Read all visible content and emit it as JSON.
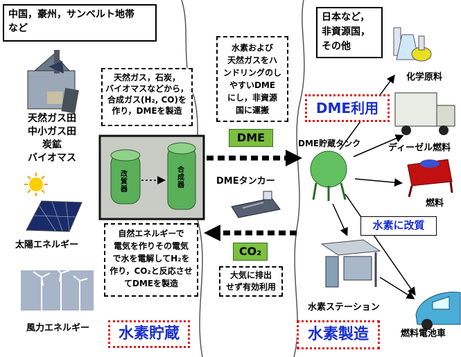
{
  "left_region": {
    "title_lines": [
      "中国，豪州，サンベルト地帯",
      "など"
    ],
    "resources": [
      "天然ガス田",
      "中小ガス田",
      "炭鉱",
      "バイオマス"
    ],
    "solar_label": "太陽エネルギー",
    "wind_label": "風力エネルギー",
    "production_note_1": [
      "天然ガス，石炭，",
      "バイオマスなどから，",
      "合成ガス(H₂, CO)を",
      "作り，DMEを製造"
    ],
    "production_note_2": [
      "自然エネルギーで",
      "電気を作りその電気",
      "で水を電解してH₂を",
      "作り，CO₂と反応させ",
      "てDMEを製造"
    ],
    "reformer_label": "改質器",
    "synthesizer_label": "合成器",
    "storage_label": "水素貯蔵"
  },
  "middle_region": {
    "transport_note": [
      "水素および",
      "天然ガスをハ",
      "ンドリングのし",
      "やすいDME",
      "にし，非資源",
      "国に運搬"
    ],
    "dme_label": "DME",
    "tanker_label": "DMEタンカー",
    "co2_label": "CO₂",
    "co2_note": [
      "大気に排出",
      "せず有効利用"
    ]
  },
  "right_region": {
    "title_lines": [
      "日本など，",
      "非資源国，",
      "その他"
    ],
    "dme_use_label": "DME利用",
    "tank_label": "DME貯蔵タンク",
    "chemical_label": "化学原料",
    "diesel_label": "ディーゼル燃料",
    "fuel_label": "燃料",
    "reform_label": "水素に改質",
    "station_label": "水素ステーション",
    "fcv_label": "燃料電池車",
    "production_label": "水素製造"
  },
  "colors": {
    "green": "#7cc040",
    "red_dotted": "#e01010",
    "blue_text": "#1a2fd0"
  }
}
